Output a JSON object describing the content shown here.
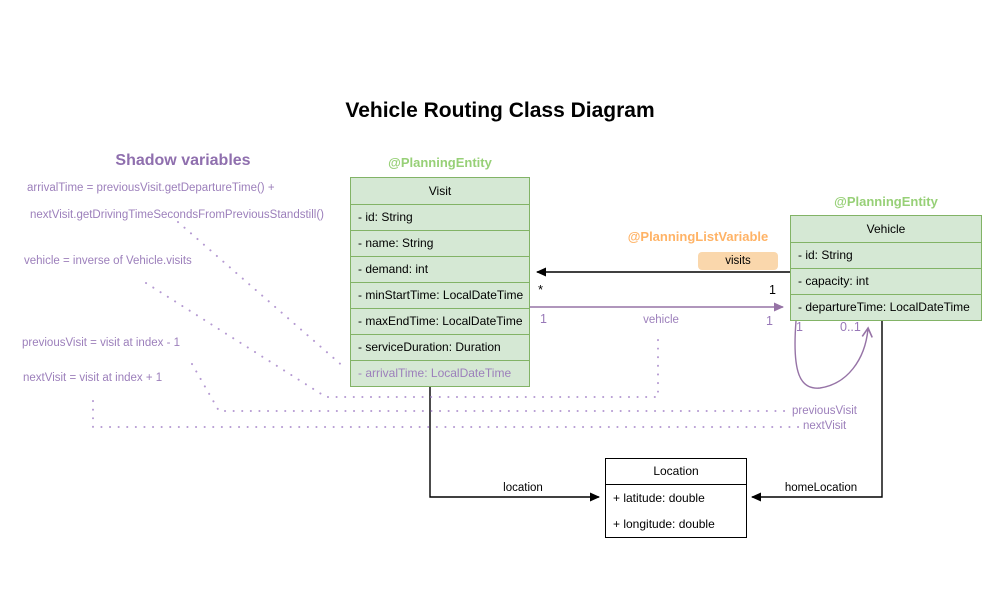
{
  "title": "Vehicle Routing Class Diagram",
  "colors": {
    "green_border": "#82b366",
    "green_fill": "#d5e8d4",
    "green_annotation": "#97d077",
    "orange_annotation": "#ffb366",
    "orange_badge_fill": "#fad7ac",
    "purple_line": "#9673a6",
    "purple_text": "#9c7fbb",
    "black": "#000000"
  },
  "shadow_variables": {
    "heading": "Shadow variables",
    "lines": [
      "arrivalTime = previousVisit.getDepartureTime() +",
      "nextVisit.getDrivingTimeSecondsFromPreviousStandstill()",
      "vehicle = inverse of Vehicle.visits",
      "previousVisit = visit at index - 1",
      "nextVisit = visit at index + 1"
    ]
  },
  "classes": {
    "visit": {
      "annotation": "@PlanningEntity",
      "name": "Visit",
      "attributes": [
        "- id: String",
        "- name: String",
        "- demand: int",
        "- minStartTime: LocalDateTime",
        "- maxEndTime: LocalDateTime",
        "- serviceDuration: Duration",
        "- arrivalTime: LocalDateTime"
      ]
    },
    "vehicle": {
      "annotation": "@PlanningEntity",
      "name": "Vehicle",
      "attributes": [
        "- id: String",
        "- capacity: int",
        "- departureTime: LocalDateTime"
      ]
    },
    "location": {
      "name": "Location",
      "attributes": [
        "+ latitude: double",
        "+ longitude: double"
      ]
    }
  },
  "edges": {
    "visits": {
      "annotation": "@PlanningListVariable",
      "label": "visits",
      "visit_side_multiplicity": "*",
      "vehicle_side_multiplicity": "1"
    },
    "vehicle_ref": {
      "label": "vehicle",
      "visit_side_multiplicity": "1",
      "vehicle_side_multiplicity": "1"
    },
    "vehicle_self_loop": {
      "left_multiplicity": "1",
      "right_multiplicity": "0..1"
    },
    "location_ref": {
      "label": "location"
    },
    "home_location_ref": {
      "label": "homeLocation"
    },
    "previous_visit_ref": {
      "label": "previousVisit"
    },
    "next_visit_ref": {
      "label": "nextVisit"
    }
  }
}
